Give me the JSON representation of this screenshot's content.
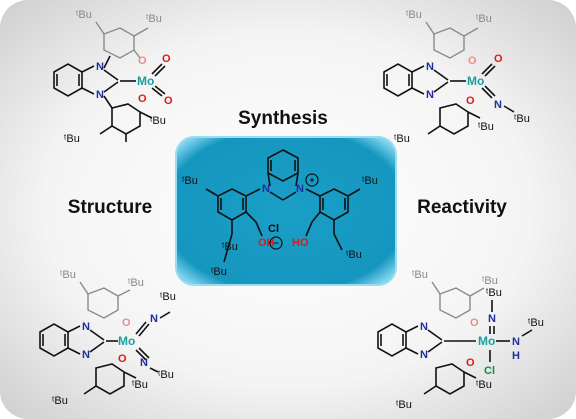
{
  "labels": {
    "synthesis": "Synthesis",
    "structure": "Structure",
    "reactivity": "Reactivity"
  },
  "atoms": {
    "mo": "Mo",
    "n": "N",
    "o": "O",
    "oh": "OH",
    "ho": "HO",
    "cl": "Cl",
    "h": "H",
    "tbu": "tBu"
  },
  "colors": {
    "background_gradient_outer": "#d7d7d7",
    "background_gradient_inner": "#ffffff",
    "center_box": "#1a9fc7",
    "center_box_glow": "#7fd3ee",
    "nitrogen": "#1f2f9a",
    "oxygen": "#e01818",
    "molybdenum": "#1aa0a0",
    "chlorine": "#1a8a3a"
  }
}
